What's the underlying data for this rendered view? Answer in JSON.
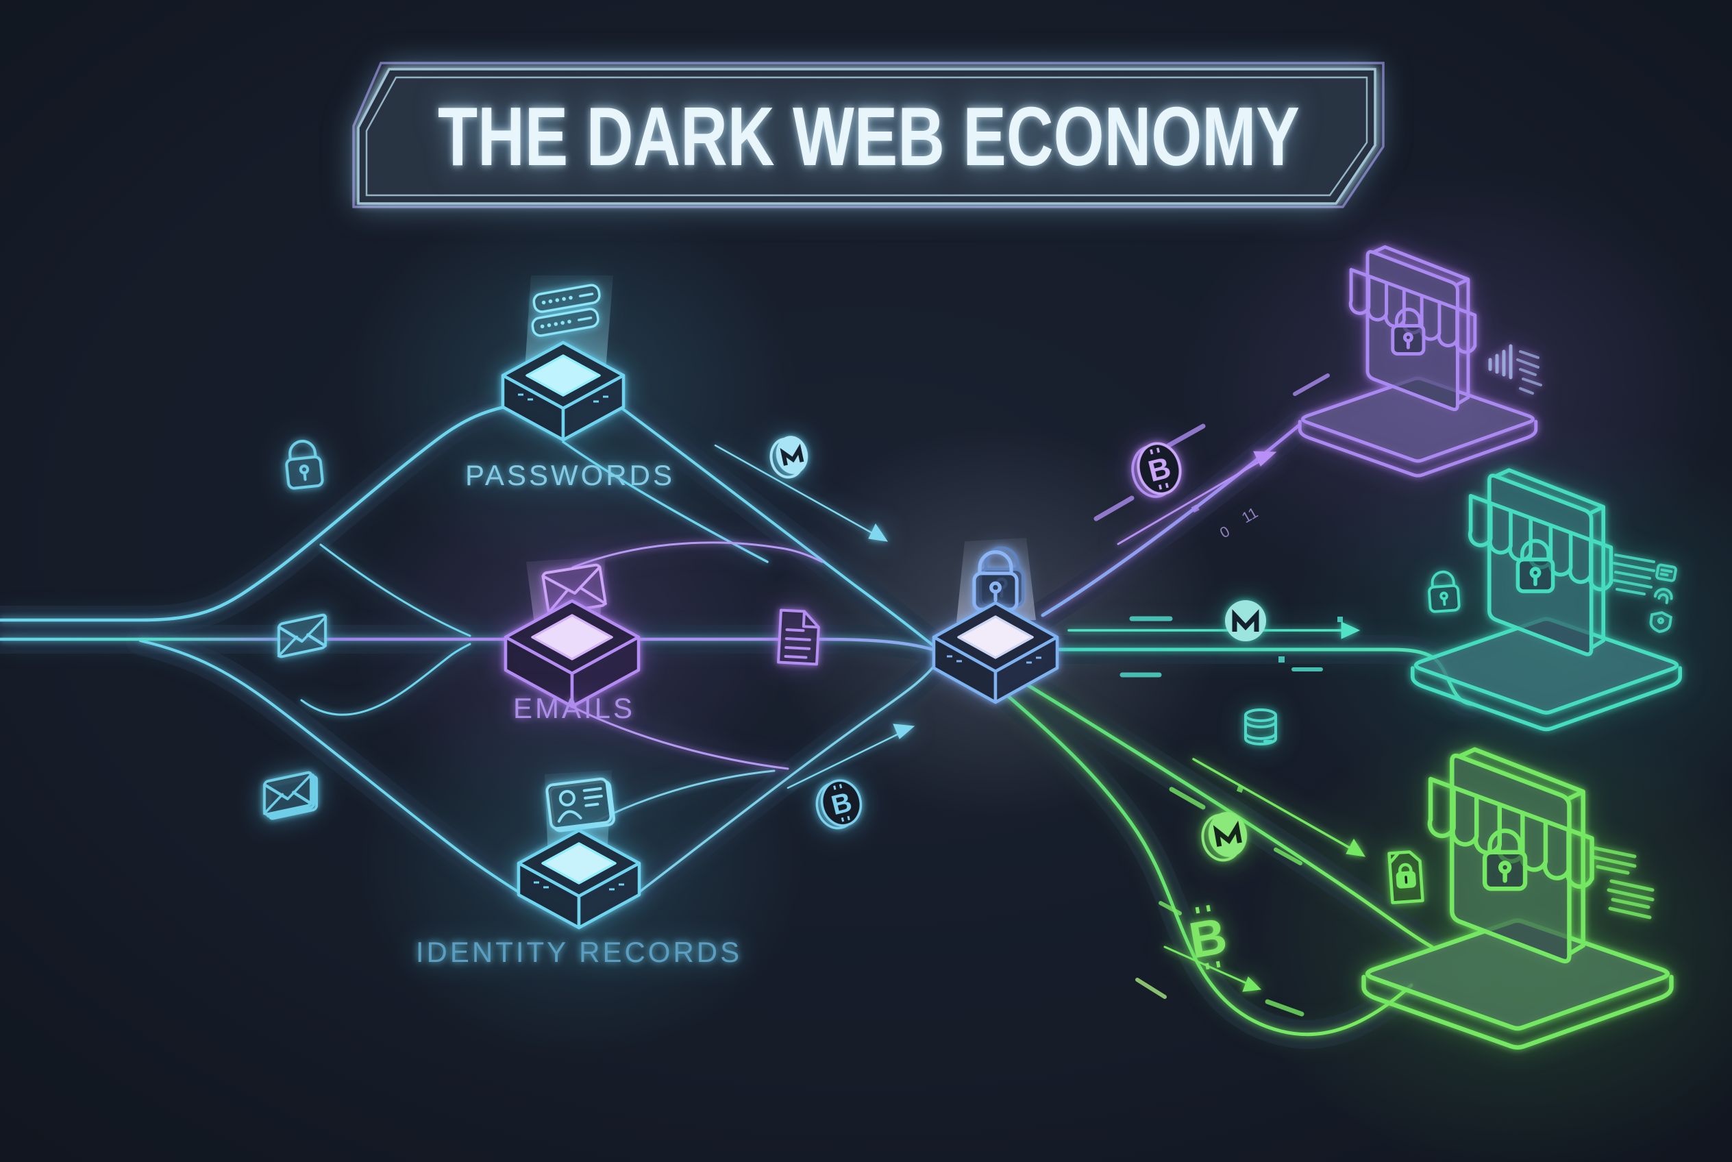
{
  "title": {
    "text": "THE DARK WEB ECONOMY"
  },
  "sources": [
    {
      "id": "passwords",
      "label": "PASSWORDS",
      "icon": "password-fields-icon",
      "color": "#79e2f7"
    },
    {
      "id": "emails",
      "label": "EMAILS",
      "icon": "envelope-icon",
      "color": "#c09df5"
    },
    {
      "id": "identity",
      "label": "IDENTITY RECORDS",
      "icon": "id-card-icon",
      "color": "#7fd8f0"
    }
  ],
  "hub": {
    "icon": "padlock-icon",
    "color": "#86b4f2"
  },
  "markets": [
    {
      "id": "marketplace-top",
      "icon": "storefront-icon",
      "color": "#ab89f2",
      "side_icons": [
        "bar-chart-icon",
        "hash-lines-icon"
      ]
    },
    {
      "id": "marketplace-middle",
      "icon": "storefront-icon",
      "color": "#45dcc0",
      "side_icons": [
        "padlock-icon",
        "text-lines-icon",
        "card-icon",
        "fingerprint-icon",
        "shield-icon"
      ]
    },
    {
      "id": "marketplace-bottom",
      "icon": "storefront-icon",
      "color": "#74e862",
      "side_icons": [
        "locked-document-icon",
        "text-lines-icon"
      ]
    }
  ],
  "crypto": {
    "bitcoin_symbol": "B",
    "coins": [
      "bitcoin-coin-purple",
      "monero-coin-cyan",
      "monero-coin-teal",
      "monero-coin-green",
      "bitcoin-coin-cyan",
      "bitcoin-glyph-green"
    ]
  },
  "left_icons": [
    "padlock-icon",
    "envelope-icon",
    "stacked-envelopes-icon"
  ],
  "mid_icons": [
    "document-icon",
    "database-icon"
  ],
  "decor": {
    "binary_a": "0",
    "binary_b": "11"
  },
  "colors": {
    "background": "#151b27",
    "cyan": "#6ed7ef",
    "purple": "#b48cf4",
    "teal": "#45dcc0",
    "green": "#74e862",
    "hub_blue": "#86b4f2",
    "title": "#e8f6fc",
    "road": "#232d41"
  }
}
